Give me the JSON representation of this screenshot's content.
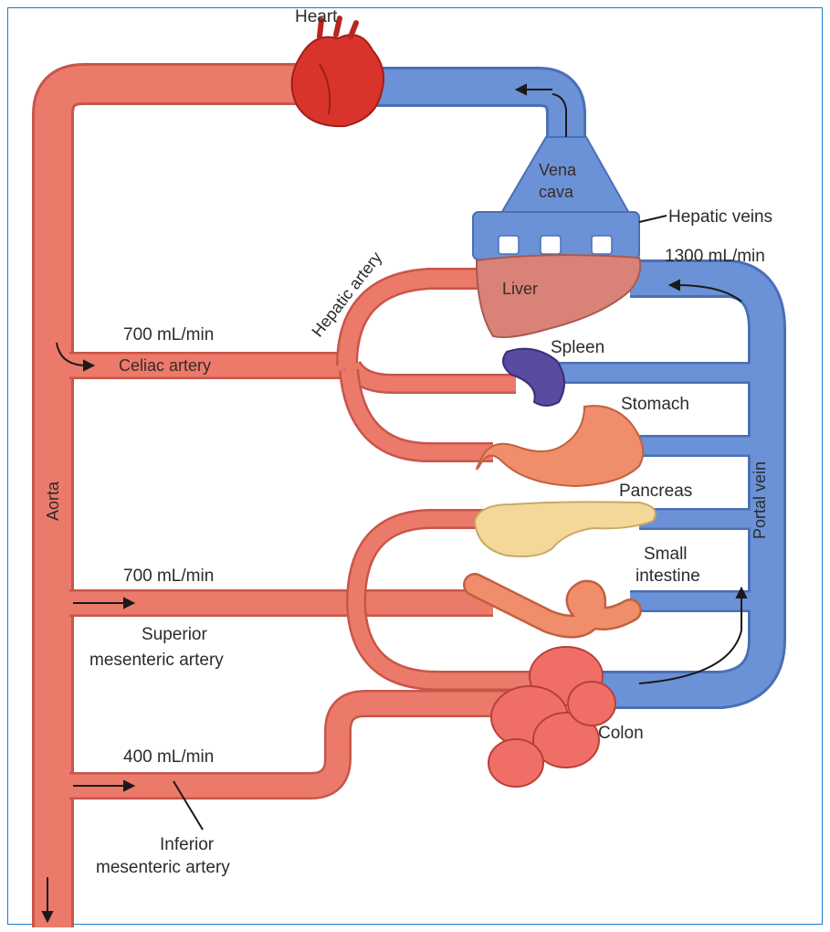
{
  "labels": {
    "heart": "Heart",
    "vena_cava": [
      "Vena",
      "cava"
    ],
    "hepatic_veins": "Hepatic veins",
    "hepatic_veins_flow": "1300 mL/min",
    "liver": "Liver",
    "hepatic_artery": "Hepatic artery",
    "celiac_flow": "700 mL/min",
    "celiac_artery": "Celiac artery",
    "spleen": "Spleen",
    "stomach": "Stomach",
    "pancreas": "Pancreas",
    "small_intestine": [
      "Small",
      "intestine"
    ],
    "portal_vein": "Portal vein",
    "aorta": "Aorta",
    "sma_flow": "700 mL/min",
    "sma": [
      "Superior",
      "mesenteric artery"
    ],
    "ima_flow": "400 mL/min",
    "ima": [
      "Inferior",
      "mesenteric artery"
    ],
    "colon": "Colon"
  },
  "colors": {
    "artery": "#ec7a6a",
    "artery_edge": "#c9554a",
    "vein": "#6b92d6",
    "vein_edge": "#4a6fb5",
    "heart": "#d9342c",
    "liver": "#d98378",
    "spleen": "#5a4aa0",
    "stomach": "#f08d6a",
    "pancreas": "#f3d89a",
    "colon": "#ef6f66"
  }
}
